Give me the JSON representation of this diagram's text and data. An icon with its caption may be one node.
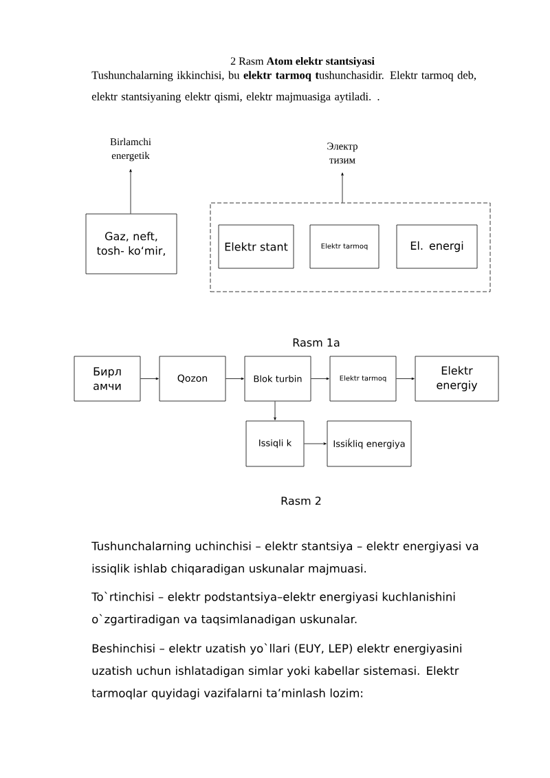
{
  "diagram": {
    "title": "2 Rasm **Atom elektr stantsiyasi**",
    "nodes": [
      {
        "text": [
          "Birlamchi energetik"
        ]
      },
      {
        "text": [
          "Gaz, neft, tosh- ko‘mir,"
        ]
      },
      {
        "text": [
          "Электр тизим"
        ]
      },
      {
        "text": [],
        "shape": "box"
      },
      {
        "text": [
          "Elektr stant"
        ],
        "in": 3
      },
      {
        "text": [
          "Elektr tarmoq"
        ],
        "in": 3
      },
      {
        "text": [
          "El. energi"
        ],
        "in": 3
      },
      {
        "text": [
          "Бирл амчи"
        ]
      },
      {
        "text": [
          "Qozon"
        ]
      },
      {
        "text": [
          "Blok turbin"
        ]
      },
      {
        "text": [
          "Elektr tarmoq"
        ]
      },
      {
        "text": [
          "Elektr energiy"
        ]
      },
      {
        "text": [
          "Issiqli k"
        ]
      },
      {
        "text": [
          "Issiḱliq energiya"
        ]
      }
    ],
    "edges": [
      {
        "from": 1,
        "to": 0,
        "arrow": "to"
      },
      {
        "from": 3,
        "to": 2,
        "arrow": "to"
      },
      {
        "from": 7,
        "to": 8,
        "arrow": "to"
      },
      {
        "from": 8,
        "to": 9,
        "arrow": "to"
      },
      {
        "from": 9,
        "to": 10,
        "arrow": "to"
      },
      {
        "from": 10,
        "to": 11,
        "arrow": "to"
      },
      {
        "from": 9,
        "to": 12,
        "arrow": "to"
      },
      {
        "from": 12,
        "to": 13,
        "arrow": "to"
      }
    ],
    "labels": [
      "Tushunchalarning ikkinchisi, bu **elektr tarmoq t**ushunchasidir. Elektr tarmoq deb, elektr stantsiyaning elektr qismi, elektr majmuasiga aytiladi. .",
      "Rasm 1a",
      "Rasm 2",
      "Tushunchalarning uchinchisi – elektr stantsiya – elektr energiyasi va issiqlik ishlab chiqaradigan uskunalar majmuasi.",
      "To`rtinchisi – elektr podstantsiya–elektr energiyasi kuchlanishini o`zgartiradigan va taqsimlanadigan uskunalar.",
      "Beshinchisi – elektr uzatish yo`llari (EUY, LEP) elektr energiyasini uzatish uchun ishlatadigan simlar yoki kabellar sistemasi. Elektr tarmoqlar quyidagi vazifalarni ta’minlash lozim:"
    ]
  }
}
